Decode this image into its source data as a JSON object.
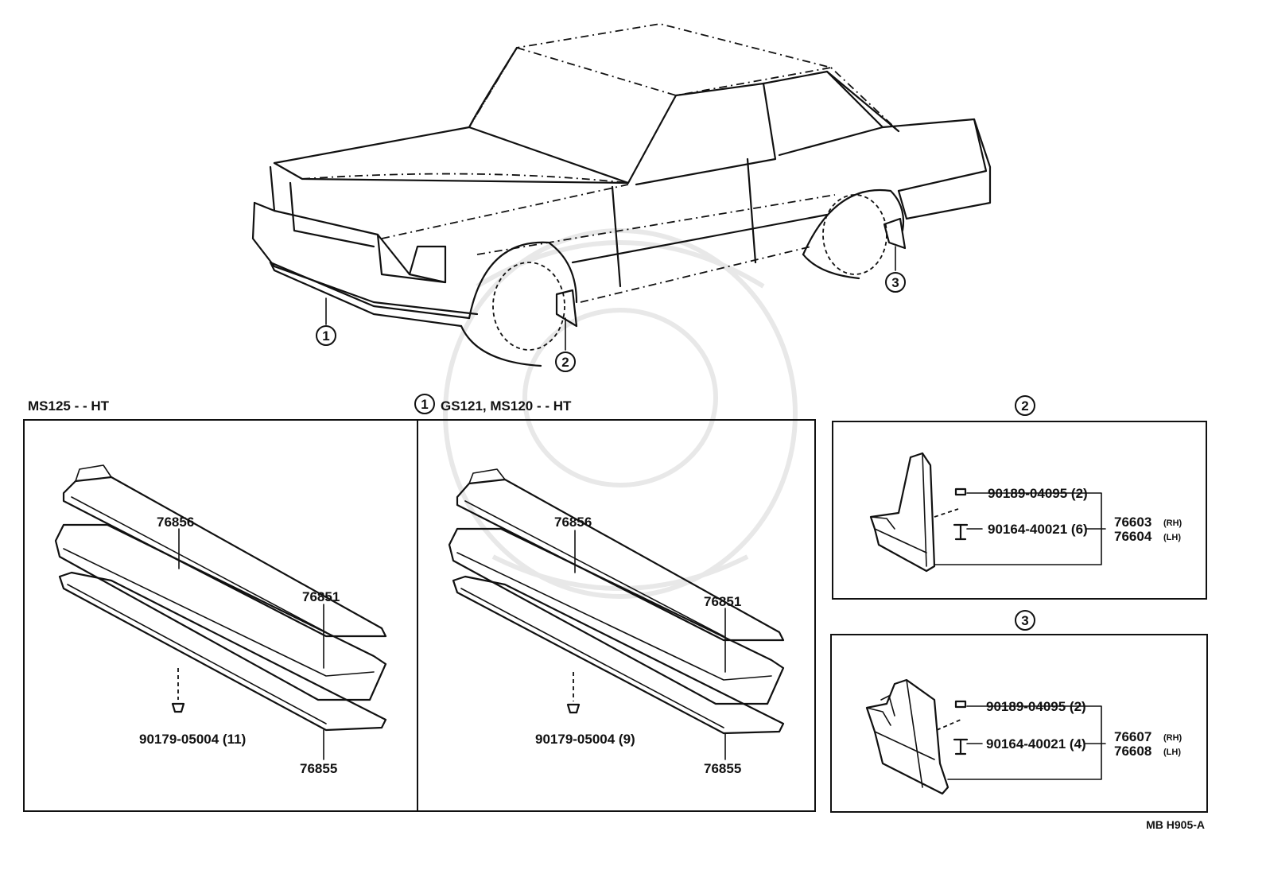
{
  "callouts": [
    "1",
    "2",
    "3"
  ],
  "section1": {
    "left_title": "MS125 - - HT",
    "right_title": "GS121, MS120 - - HT",
    "left": {
      "part_a": "76856",
      "part_b": "76851",
      "part_c": "76855",
      "clip": "90179-05004 (11)"
    },
    "right": {
      "part_a": "76856",
      "part_b": "76851",
      "part_c": "76855",
      "clip": "90179-05004 (9)"
    }
  },
  "section2": {
    "clip": "90189-04095 (2)",
    "screw": "90164-40021 (6)",
    "rh_part": "76603",
    "lh_part": "76604",
    "rh_tag": "(RH)",
    "lh_tag": "(LH)"
  },
  "section3": {
    "clip": "90189-04095 (2)",
    "screw": "90164-40021 (4)",
    "rh_part": "76607",
    "lh_part": "76608",
    "rh_tag": "(RH)",
    "lh_tag": "(LH)"
  },
  "footer_code": "MB  H905-A"
}
